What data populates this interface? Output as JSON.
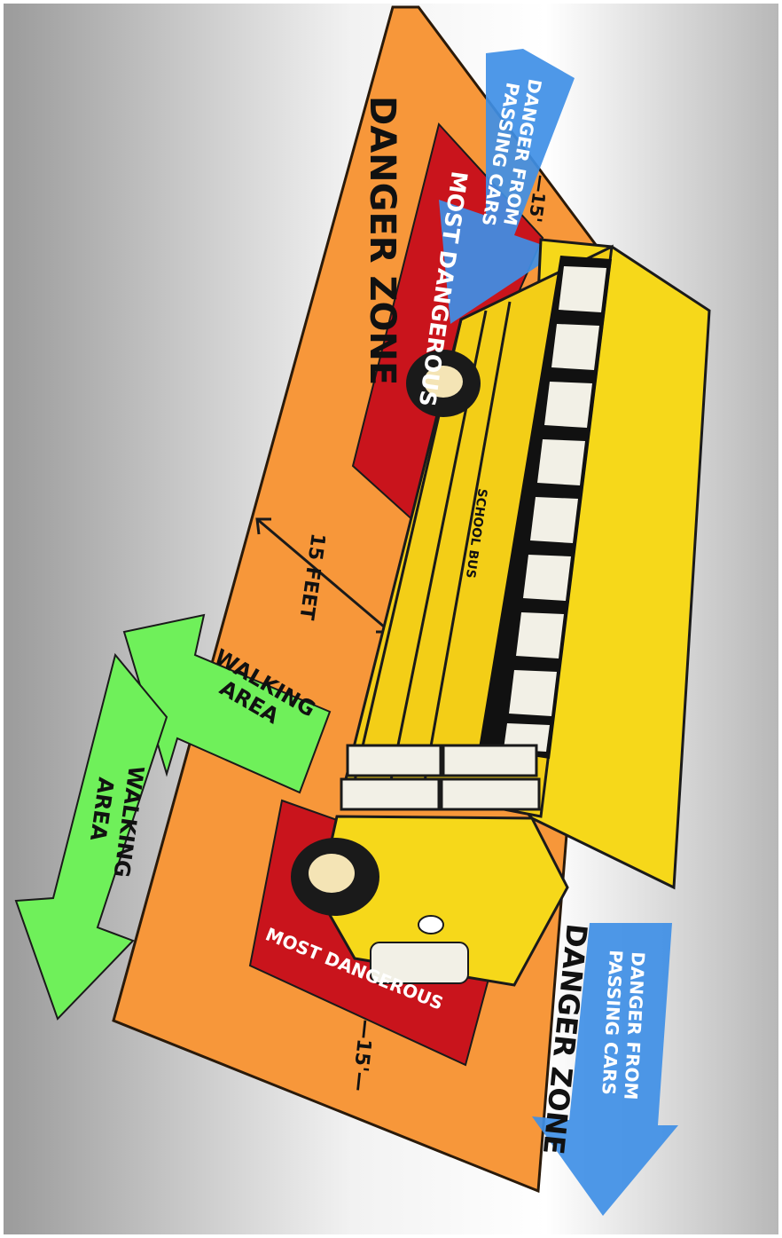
{
  "labels": {
    "danger_zone_top": "DANGER ZONE",
    "danger_zone_bottom": "DANGER ZONE",
    "most_dangerous_top": "MOST DANGEROUS",
    "most_dangerous_bottom": "MOST DANGEROUS",
    "passing_cars_top_line1": "DANGER FROM",
    "passing_cars_top_line2": "PASSING CARS",
    "passing_cars_bottom_line1": "DANGER FROM",
    "passing_cars_bottom_line2": "PASSING CARS",
    "walking_area_upper_line1": "WALKING",
    "walking_area_upper_line2": "AREA",
    "walking_area_lower_line1": "WALKING",
    "walking_area_lower_line2": "AREA",
    "fifteen_feet": "15 FEET",
    "fifteen_top": "—15'",
    "fifteen_bottom": "—15'—",
    "school_bus": "SCHOOL BUS"
  },
  "colors": {
    "zone_orange": "#f7973a",
    "most_dangerous_red": "#c9141c",
    "bus_yellow": "#f6d81a",
    "arrow_blue": "#3f8fe6",
    "arrow_green": "#6ff05a",
    "outline": "#1a1a1a"
  }
}
